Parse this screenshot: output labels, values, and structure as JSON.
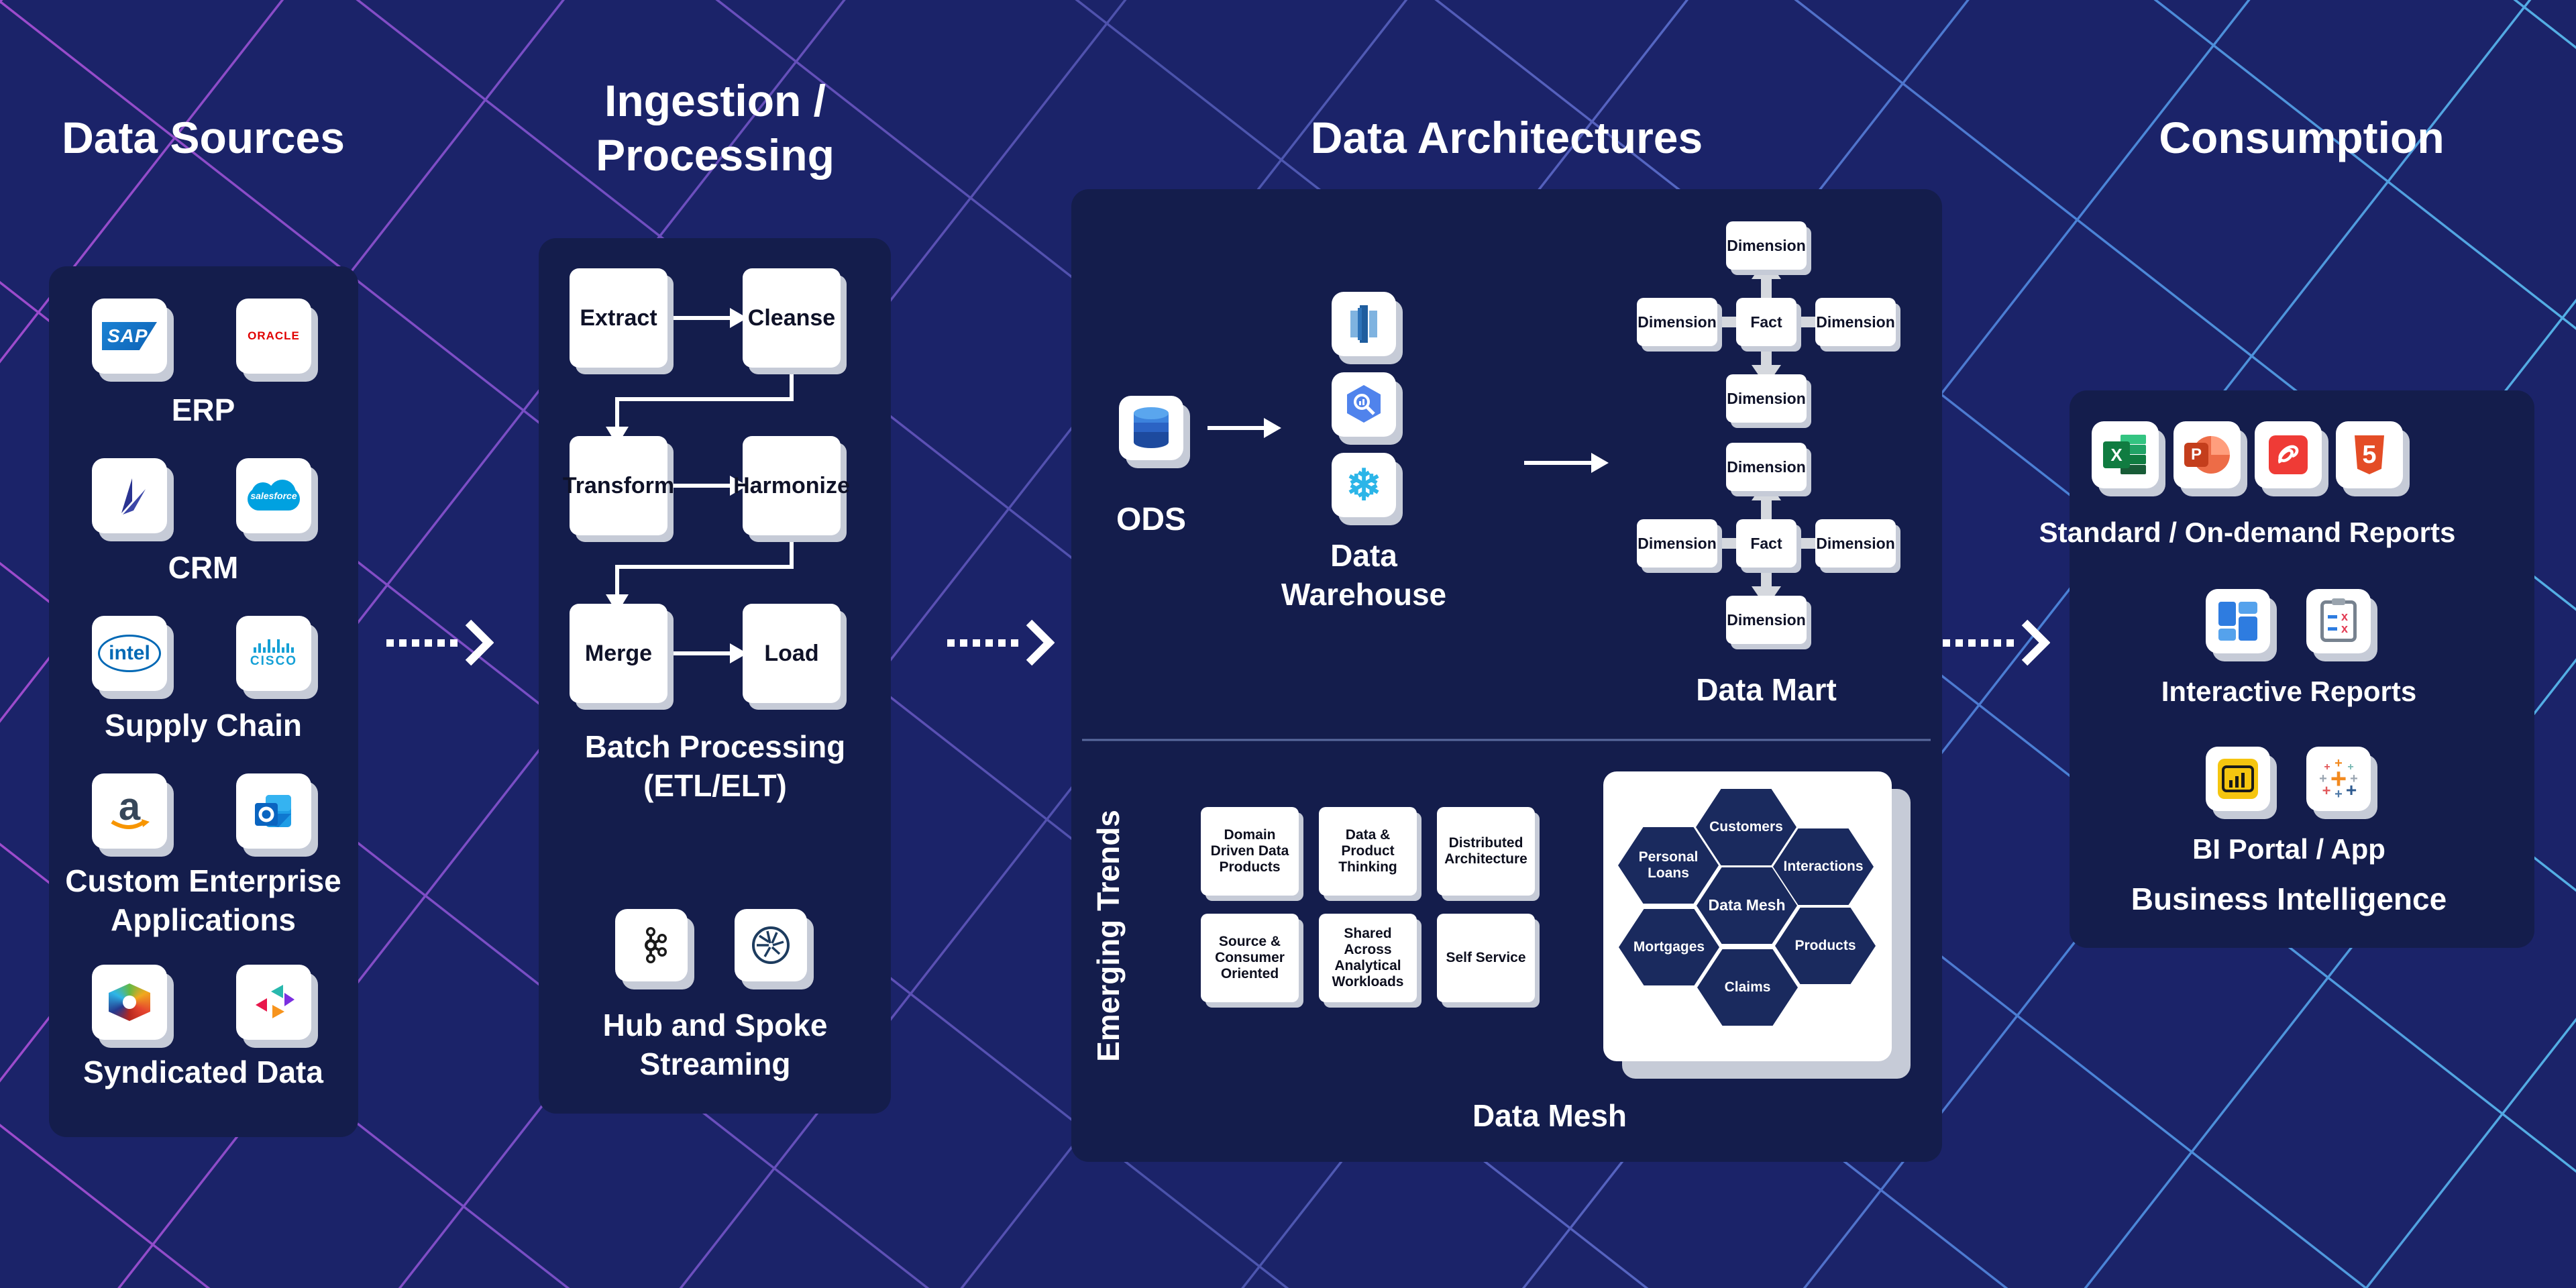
{
  "titles": {
    "data_sources": "Data Sources",
    "ingestion": "Ingestion / Processing",
    "architectures": "Data Architectures",
    "consumption": "Consumption"
  },
  "colors": {
    "background": "#1b2369",
    "panel": "#141d4c",
    "lattice_purple": "#a44ed2",
    "lattice_blue": "#57b8ec",
    "tile_shadow": "#c6cbd7",
    "hexagon": "#1a2a5e",
    "arrow_white": "#ffffff",
    "arrow_gray": "#d5d8de"
  },
  "data_sources": {
    "groups": [
      {
        "label": "ERP",
        "icons": [
          "sap-logo-icon",
          "oracle-logo-icon"
        ]
      },
      {
        "label": "CRM",
        "icons": [
          "dynamics-logo-icon",
          "salesforce-logo-icon"
        ]
      },
      {
        "label": "Supply Chain",
        "icons": [
          "intel-logo-icon",
          "cisco-logo-icon"
        ]
      },
      {
        "label": "Custom Enterprise Applications",
        "icons": [
          "amazon-logo-icon",
          "outlook-logo-icon"
        ]
      },
      {
        "label": "Syndicated Data",
        "icons": [
          "syndicated-cube-logo-icon",
          "syndicated-triangles-logo-icon"
        ]
      }
    ]
  },
  "ingestion": {
    "steps": [
      "Extract",
      "Cleanse",
      "Transform",
      "Harmonize",
      "Merge",
      "Load"
    ],
    "batch_label": "Batch Processing (ETL/ELT)",
    "streaming_label": "Hub and Spoke Streaming",
    "streaming_icons": [
      "kafka-logo-icon",
      "confluent-logo-icon"
    ]
  },
  "architectures": {
    "ods": "ODS",
    "warehouse_label": "Data Warehouse",
    "warehouse_icons": [
      "redshift-logo-icon",
      "bigquery-logo-icon",
      "snowflake-logo-icon"
    ],
    "dimension": "Dimension",
    "fact": "Fact",
    "mart_label": "Data Mart",
    "emerging": "Emerging Trends",
    "trends": [
      "Domain Driven Data Products",
      "Data & Product Thinking",
      "Distributed Architecture",
      "Source & Consumer Oriented",
      "Shared Across Analytical Workloads",
      "Self Service"
    ],
    "mesh": {
      "center": "Data Mesh",
      "nodes": [
        "Customers",
        "Personal Loans",
        "Interactions",
        "Mortgages",
        "Products",
        "Claims"
      ],
      "label": "Data Mesh"
    }
  },
  "consumption": {
    "rows": [
      {
        "label": "Standard / On-demand Reports",
        "icons": [
          "excel-logo-icon",
          "powerpoint-logo-icon",
          "pdf-logo-icon",
          "html5-logo-icon"
        ]
      },
      {
        "label": "Interactive Reports",
        "icons": [
          "dashboard-icon",
          "checklist-clipboard-icon"
        ]
      },
      {
        "label": "BI Portal / App",
        "icons": [
          "powerbi-logo-icon",
          "tableau-logo-icon"
        ]
      }
    ],
    "footer": "Business Intelligence"
  },
  "logos": {
    "sap": "SAP",
    "oracle": "ORACLE",
    "salesforce": "salesforce",
    "intel": "intel",
    "cisco": "CISCO",
    "amazon": "a",
    "excel": "X",
    "powerpoint": "P",
    "html5": "5",
    "snowflake": "❄"
  }
}
